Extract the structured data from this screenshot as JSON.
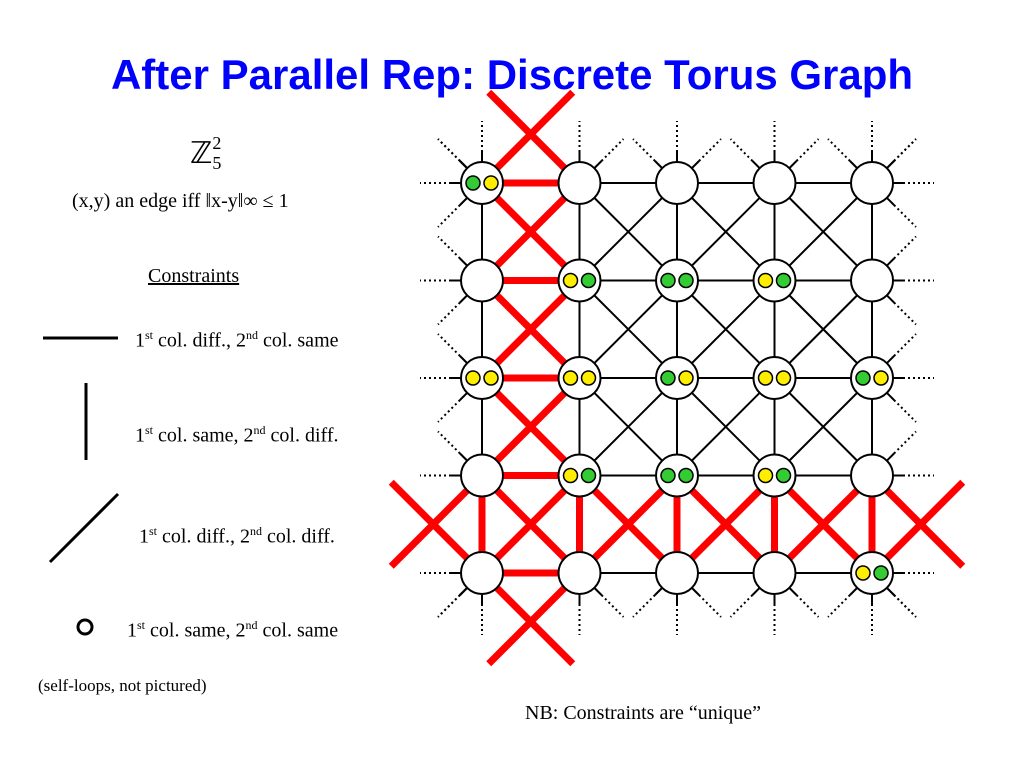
{
  "title": "After Parallel Rep:  Discrete Torus Graph",
  "group_label": {
    "symbol": "ℤ",
    "subscript": "5",
    "superscript": "2"
  },
  "edge_definition": "(x,y) an edge iff  ‖x-y‖∞ ≤ 1",
  "constraints_heading": "Constraints",
  "legend": [
    {
      "icon": "horizontal-line-icon",
      "a": "1",
      "a_sup": "st",
      "b": " col. diff., 2",
      "b_sup": "nd",
      "c": " col. same"
    },
    {
      "icon": "vertical-line-icon",
      "a": "1",
      "a_sup": "st",
      "b": " col. same, 2",
      "b_sup": "nd",
      "c": " col. diff."
    },
    {
      "icon": "diagonal-line-icon",
      "a": "1",
      "a_sup": "st",
      "b": " col. diff., 2",
      "b_sup": "nd",
      "c": " col. diff."
    },
    {
      "icon": "circle-icon",
      "a": "1",
      "a_sup": "st",
      "b": " col. same, 2",
      "b_sup": "nd",
      "c": " col. same"
    }
  ],
  "footnote": "(self-loops, not pictured)",
  "note": "NB:  Constraints are “unique”",
  "colors": {
    "title": "#0000ff",
    "highlight": "#ff0000",
    "green_dot": "#33cc33",
    "yellow_dot": "#ffee00"
  },
  "graph": {
    "rows": 5,
    "cols": 5,
    "node_dots": [
      {
        "row": 0,
        "col": 0,
        "dots": [
          "green",
          "yellow"
        ]
      },
      {
        "row": 1,
        "col": 1,
        "dots": [
          "yellow",
          "green"
        ]
      },
      {
        "row": 1,
        "col": 2,
        "dots": [
          "green",
          "green"
        ]
      },
      {
        "row": 1,
        "col": 3,
        "dots": [
          "yellow",
          "green"
        ]
      },
      {
        "row": 2,
        "col": 0,
        "dots": [
          "yellow",
          "yellow"
        ]
      },
      {
        "row": 2,
        "col": 1,
        "dots": [
          "yellow",
          "yellow"
        ]
      },
      {
        "row": 2,
        "col": 2,
        "dots": [
          "green",
          "yellow"
        ]
      },
      {
        "row": 2,
        "col": 3,
        "dots": [
          "yellow",
          "yellow"
        ]
      },
      {
        "row": 2,
        "col": 4,
        "dots": [
          "green",
          "yellow"
        ]
      },
      {
        "row": 3,
        "col": 1,
        "dots": [
          "yellow",
          "green"
        ]
      },
      {
        "row": 3,
        "col": 2,
        "dots": [
          "green",
          "green"
        ]
      },
      {
        "row": 3,
        "col": 3,
        "dots": [
          "yellow",
          "green"
        ]
      },
      {
        "row": 4,
        "col": 4,
        "dots": [
          "yellow",
          "green"
        ]
      }
    ],
    "highlighted_horizontal_edges": [
      [
        0,
        0,
        0,
        1
      ],
      [
        1,
        0,
        1,
        1
      ],
      [
        2,
        0,
        2,
        1
      ],
      [
        3,
        0,
        3,
        1
      ],
      [
        4,
        0,
        4,
        1
      ]
    ],
    "highlighted_vertical_edges": [
      [
        3,
        0,
        4,
        0
      ],
      [
        3,
        1,
        4,
        1
      ],
      [
        3,
        2,
        4,
        2
      ],
      [
        3,
        3,
        4,
        3
      ],
      [
        3,
        4,
        4,
        4
      ]
    ],
    "highlighted_crosses": [
      [
        -1,
        0
      ],
      [
        0,
        0
      ],
      [
        1,
        0
      ],
      [
        2,
        0
      ],
      [
        3,
        -1
      ],
      [
        3,
        0
      ],
      [
        3,
        1
      ],
      [
        3,
        2
      ],
      [
        3,
        3
      ],
      [
        3,
        4
      ],
      [
        4,
        0
      ]
    ]
  }
}
